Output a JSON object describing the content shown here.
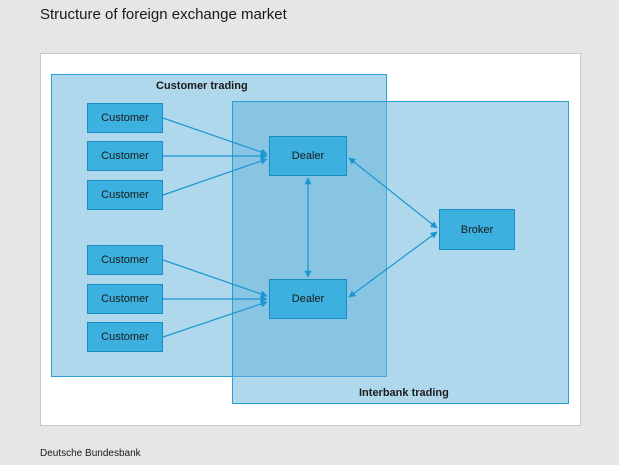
{
  "title": "Structure of foreign exchange market",
  "regions": {
    "customer_trading": "Customer trading",
    "interbank_trading": "Interbank trading"
  },
  "nodes": {
    "customers": [
      "Customer",
      "Customer",
      "Customer",
      "Customer",
      "Customer",
      "Customer"
    ],
    "dealers": [
      "Dealer",
      "Dealer"
    ],
    "broker": "Broker"
  },
  "source": "Deutsche Bundesbank",
  "colors": {
    "region_fill": "#60b2da",
    "node_fill": "#3cb0de",
    "arrow": "#1a96d2"
  }
}
